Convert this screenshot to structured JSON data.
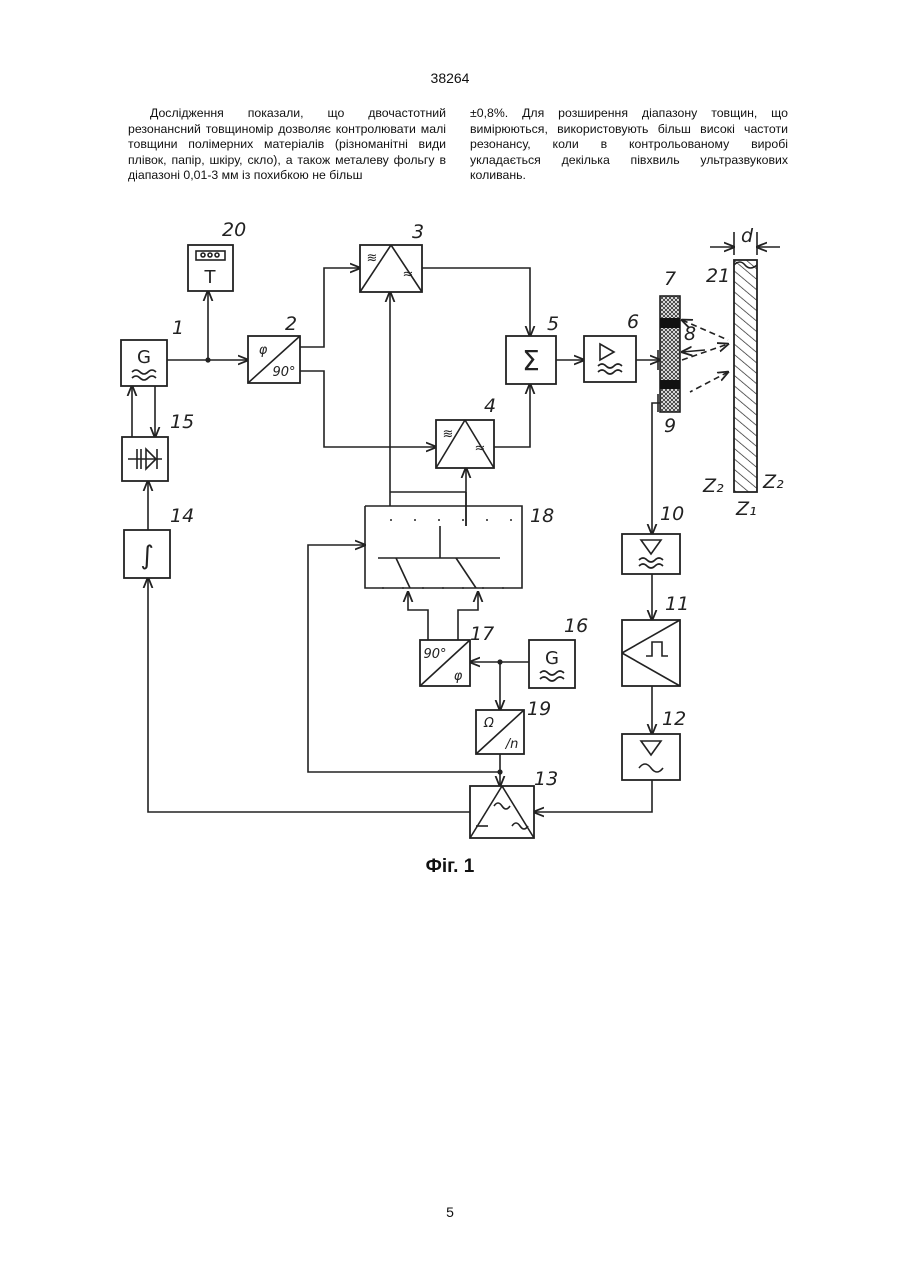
{
  "page": {
    "header_number": "38264",
    "page_number": "5"
  },
  "text": {
    "left_column": "Дослідження показали, що двочастотний резонансний товщиномір дозволяє контролювати малі товщини полімерних матеріалів (різноманітні види плівок, папір, шкіру, скло), а також металеву фольгу в діапазоні 0,01-3 мм із похибкою не більш",
    "right_column": "±0,8%. Для розширення діапазону товщин, що вимірюються, використовують більш високі частоти резонансу, коли в контрольованому виробі укладається декілька півхвиль ультразвукових коливань."
  },
  "figure": {
    "caption": "Фіг. 1",
    "block_labels": {
      "b1": "1",
      "b2": "2",
      "b3": "3",
      "b4": "4",
      "b5": "5",
      "b6": "6",
      "b7": "7",
      "b8": "8",
      "b9": "9",
      "b10": "10",
      "b11": "11",
      "b12": "12",
      "b13": "13",
      "b14": "14",
      "b15": "15",
      "b16": "16",
      "b17": "17",
      "b18": "18",
      "b19": "19",
      "b20": "20",
      "b21": "21"
    },
    "block_symbols": {
      "generator": "G",
      "indicator": "T",
      "phase_shifter": "φ/90°",
      "phase_shifter_rev": "90°/φ",
      "summator": "Σ",
      "integrator": "∫",
      "divider": "Ω/n"
    },
    "dimension_label": "d",
    "interface_labels": {
      "z2_left": "Z₂",
      "z2_right": "Z₂",
      "z1": "Z₁"
    }
  }
}
